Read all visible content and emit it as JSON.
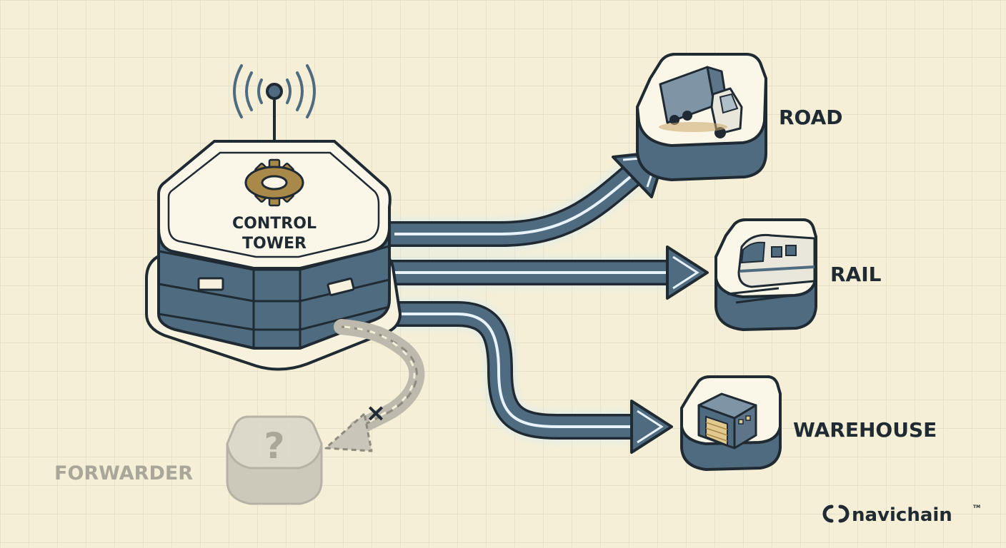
{
  "hub": {
    "label_line1": "CONTROL",
    "label_line2": "TOWER"
  },
  "destinations": {
    "road": {
      "label": "ROAD"
    },
    "rail": {
      "label": "RAIL"
    },
    "warehouse": {
      "label": "WAREHOUSE"
    }
  },
  "bypassed": {
    "label": "FORWARDER",
    "symbol": "?",
    "blocked_mark": "×"
  },
  "brand": {
    "name": "navichain",
    "tm": "TM"
  },
  "colors": {
    "background": "#f4efd6",
    "grid": "#ddd8c0",
    "outline": "#1f2a33",
    "slate": "#4f6b80",
    "slate_dark": "#2e4556",
    "hub_top": "#fbf7e8",
    "gear": "#a8894a",
    "glow": "#e8f3fb",
    "faded": "#b5b2a6",
    "faded_text": "#a9a69a"
  }
}
